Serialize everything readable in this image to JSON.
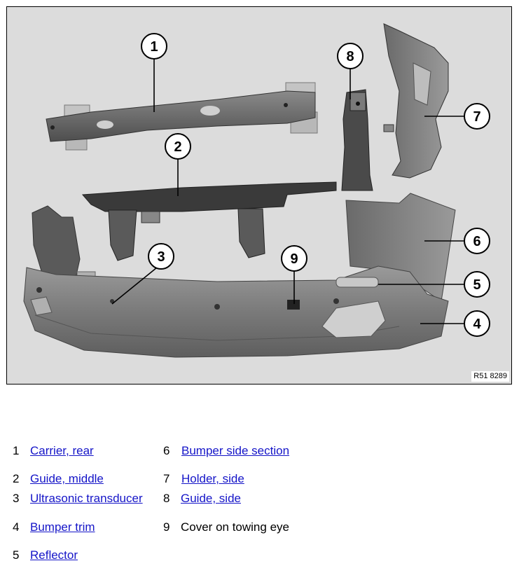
{
  "figure": {
    "reference": "R51 8289",
    "callouts": [
      "1",
      "2",
      "3",
      "4",
      "5",
      "6",
      "7",
      "8",
      "9"
    ]
  },
  "legend": [
    {
      "num": "1",
      "label": "Carrier, rear",
      "link": true
    },
    {
      "num": "2",
      "label": "Guide, middle",
      "link": true
    },
    {
      "num": "3",
      "label": "Ultrasonic transducer",
      "link": true
    },
    {
      "num": "4",
      "label": "Bumper trim",
      "link": true
    },
    {
      "num": "5",
      "label": "Reflector",
      "link": true
    },
    {
      "num": "6",
      "label": "Bumper side section",
      "link": true
    },
    {
      "num": "7",
      "label": "Holder, side",
      "link": true
    },
    {
      "num": "8",
      "label": "Guide, side",
      "link": true
    },
    {
      "num": "9",
      "label": "Cover on towing eye",
      "link": false
    }
  ]
}
